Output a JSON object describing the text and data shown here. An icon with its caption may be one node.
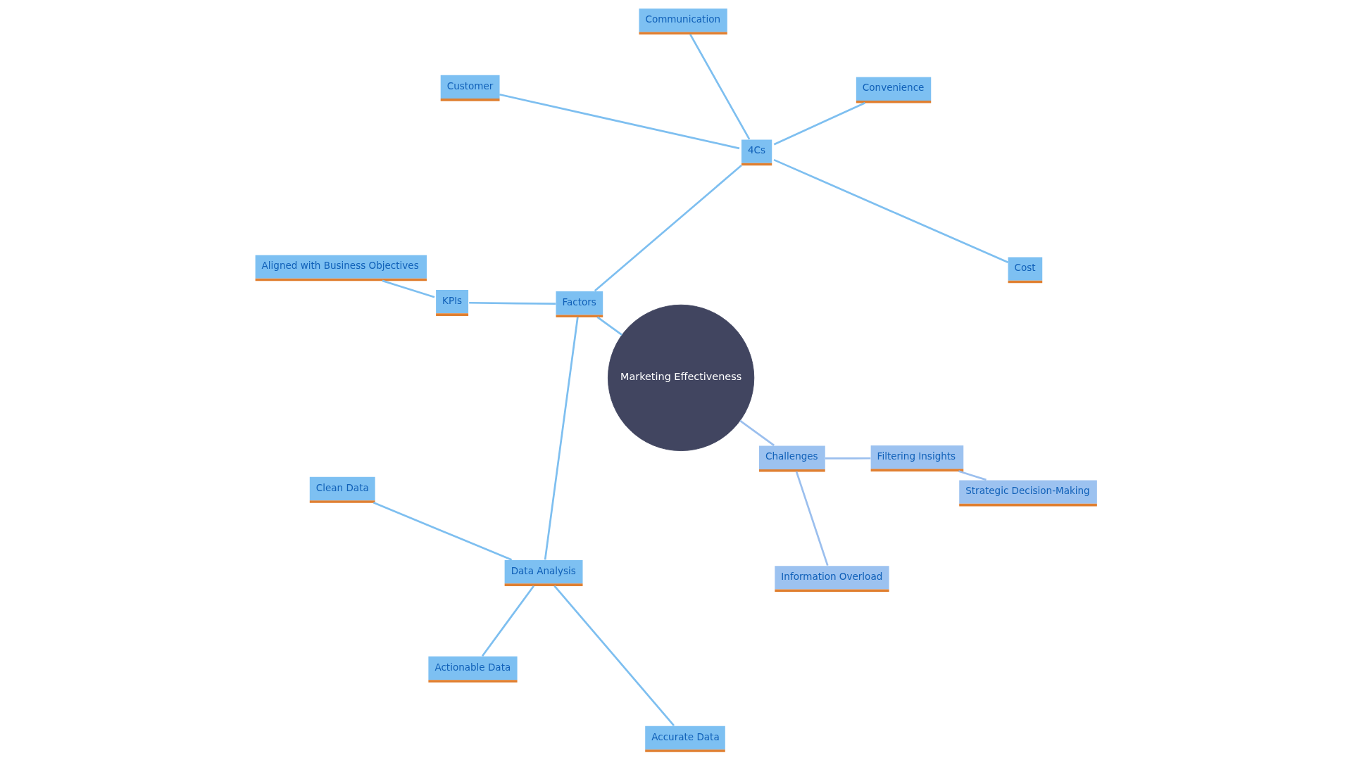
{
  "diagram": {
    "nodes": [
      {
        "text": [
          "Marketing Effectiveness"
        ]
      },
      {
        "text": [
          "Factors"
        ]
      },
      {
        "text": [
          "4Cs"
        ]
      },
      {
        "text": [
          "Cost"
        ]
      },
      {
        "text": [
          "Convenience"
        ]
      },
      {
        "text": [
          "Communication"
        ]
      },
      {
        "text": [
          "Customer"
        ]
      },
      {
        "text": [
          "KPIs"
        ]
      },
      {
        "text": [
          "Aligned with Business Objectives"
        ]
      },
      {
        "text": [
          "Data Analysis"
        ]
      },
      {
        "text": [
          "Clean Data"
        ]
      },
      {
        "text": [
          "Actionable Data"
        ]
      },
      {
        "text": [
          "Accurate Data"
        ]
      },
      {
        "text": [
          "Challenges"
        ]
      },
      {
        "text": [
          "Information Overload"
        ]
      },
      {
        "text": [
          "Filtering Insights"
        ]
      },
      {
        "text": [
          "Strategic Decision-Making"
        ]
      }
    ],
    "edges": [
      {
        "from": 0,
        "to": 1,
        "arrow": "none"
      },
      {
        "from": 1,
        "to": 2,
        "arrow": "none"
      },
      {
        "from": 2,
        "to": 3,
        "arrow": "none"
      },
      {
        "from": 2,
        "to": 4,
        "arrow": "none"
      },
      {
        "from": 2,
        "to": 5,
        "arrow": "none"
      },
      {
        "from": 2,
        "to": 6,
        "arrow": "none"
      },
      {
        "from": 1,
        "to": 7,
        "arrow": "none"
      },
      {
        "from": 7,
        "to": 8,
        "arrow": "none"
      },
      {
        "from": 1,
        "to": 9,
        "arrow": "none"
      },
      {
        "from": 9,
        "to": 10,
        "arrow": "none"
      },
      {
        "from": 9,
        "to": 11,
        "arrow": "none"
      },
      {
        "from": 9,
        "to": 12,
        "arrow": "none"
      },
      {
        "from": 0,
        "to": 13,
        "arrow": "none",
        "color": "#9bbfee"
      },
      {
        "from": 13,
        "to": 14,
        "arrow": "none",
        "color": "#9bbfee"
      },
      {
        "from": 13,
        "to": 15,
        "arrow": "none",
        "color": "#9bbfee"
      },
      {
        "from": 15,
        "to": 16,
        "arrow": "none",
        "color": "#9bbfee"
      }
    ]
  }
}
